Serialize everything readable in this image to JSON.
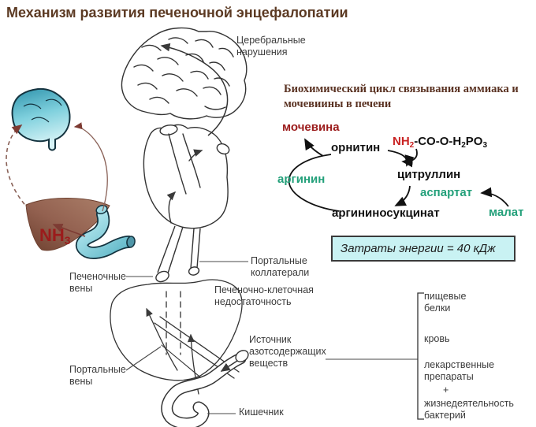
{
  "title": "Механизм развития печеночной энцефалопатии",
  "labels": {
    "cerebral": "Церебральные\nнарушения",
    "hepatic_veins": "Печеночные\nвены",
    "portal_collaterals": "Портальные\nколлатерали",
    "hepatocellular_failure": "Печеночно-клеточная\nнедостаточность",
    "nitrogen_source": "Источник\nазотсодержащих\nвеществ",
    "portal_veins": "Портальные\nвены",
    "intestine": "Кишечник"
  },
  "left_figure": {
    "nh3_base": "NH",
    "nh3_sub": "3"
  },
  "cycle": {
    "heading": "Биохимический цикл связывания аммиака и\nмочевиины в печени",
    "urea": "мочевина",
    "ornithine": "орнитин",
    "citrulline": "цитруллин",
    "arginine": "аргинин",
    "aspartate": "аспартат",
    "argininosuccinate": "аргининосукцинат",
    "malate": "малат",
    "formula": {
      "nh": "NH",
      "nh_sub": "2",
      "mid": "-CO-O-H",
      "h_sub": "2",
      "po": "PO",
      "po_sub": "3"
    },
    "energy": "Затраты энергии = 40 кДж"
  },
  "nitrogen_sources": {
    "items": [
      "пищевые\nбелки",
      "кровь",
      "лекарственные\nпрепараты",
      "+",
      "жизнедеятельность\nбактерий"
    ]
  },
  "colors": {
    "title_brown": "#5c3a23",
    "dark_red": "#9b1b1b",
    "bright_red": "#c92222",
    "green": "#23a07a",
    "energy_box_bg": "#c9f2f3",
    "label_gray": "#3b3b3b"
  }
}
